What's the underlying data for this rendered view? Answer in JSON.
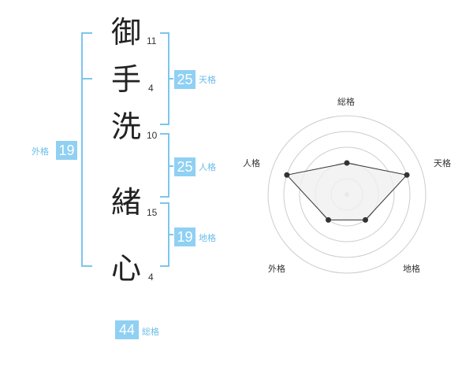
{
  "name": {
    "chars": [
      {
        "char": "御",
        "strokes": "11"
      },
      {
        "char": "手",
        "strokes": "4"
      },
      {
        "char": "洗",
        "strokes": "10"
      },
      {
        "char": "緒",
        "strokes": "15"
      },
      {
        "char": "心",
        "strokes": "4"
      }
    ]
  },
  "kakusu": {
    "tenkaku": {
      "value": "25",
      "label": "天格"
    },
    "jinkaku": {
      "value": "25",
      "label": "人格"
    },
    "chikaku": {
      "value": "19",
      "label": "地格"
    },
    "gaikaku": {
      "value": "19",
      "label": "外格"
    },
    "soukaku": {
      "value": "44",
      "label": "総格"
    }
  },
  "colors": {
    "accent": "#8fd0f3",
    "bracket": "#7cc5ee",
    "label": "#6bbde9",
    "radar_fill": "#f0f0f0"
  },
  "radar": {
    "axes": [
      "総格",
      "天格",
      "地格",
      "外格",
      "人格"
    ],
    "levels": 5,
    "values": [
      2,
      4,
      2,
      2,
      4
    ],
    "max": 5
  }
}
